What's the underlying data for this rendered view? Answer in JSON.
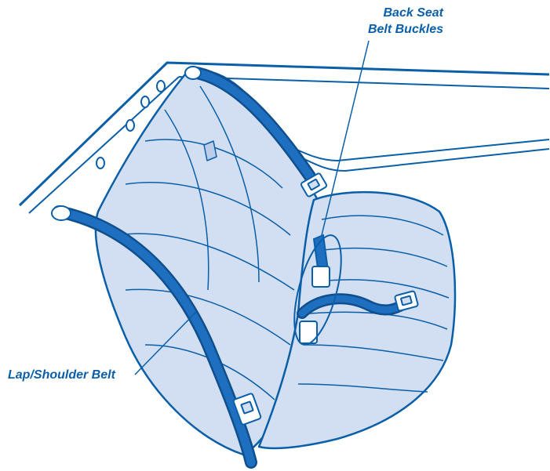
{
  "labels": {
    "back_seat_belt_buckles_line1": "Back Seat",
    "back_seat_belt_buckles_line2": "Belt Buckles",
    "lap_shoulder_belt": "Lap/Shoulder Belt"
  },
  "colors": {
    "outline": "#0a5fa8",
    "seat_fill": "#d2def1",
    "seat_shade": "#bccde9",
    "belt": "#1e6fc0",
    "belt_dark": "#0f4f8e",
    "text": "#0a5fa8"
  }
}
